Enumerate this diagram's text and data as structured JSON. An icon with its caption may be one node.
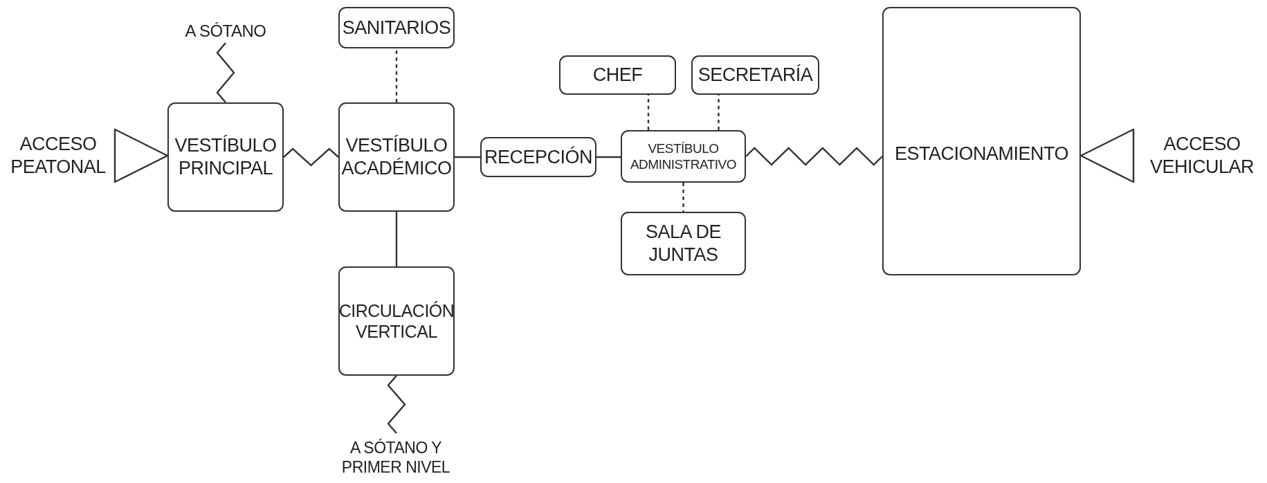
{
  "diagram": {
    "nodes": [
      {
        "text": [
          "ACCESO PEATONAL"
        ]
      },
      {
        "text": [
          "VESTÍBULO PRINCIPAL"
        ]
      },
      {
        "text": [
          "A SÓTANO"
        ]
      },
      {
        "text": [
          "SANITARIOS"
        ]
      },
      {
        "text": [
          "VESTÍBULO ACADÉMICO"
        ]
      },
      {
        "text": [
          "CIRCULACIÓN VERTICAL"
        ]
      },
      {
        "text": [
          "A SÓTANO Y PRIMER NIVEL"
        ]
      },
      {
        "text": [
          "RECEPCIÓN"
        ]
      },
      {
        "text": [
          "CHEF"
        ]
      },
      {
        "text": [
          "SECRETARÍA"
        ]
      },
      {
        "text": [
          "VESTÍBULO ADMINISTRATIVO"
        ]
      },
      {
        "text": [
          "SALA DE JUNTAS"
        ]
      },
      {
        "text": [
          "ESTACIONAMIENTO"
        ]
      },
      {
        "text": [
          "ACCESO VEHICULAR"
        ]
      }
    ],
    "edges": [
      {
        "from": 0,
        "to": 1,
        "arrow": "to"
      },
      {
        "from": 1,
        "to": 2,
        "arrow": "none"
      },
      {
        "from": 1,
        "to": 4,
        "arrow": "none"
      },
      {
        "from": 4,
        "to": 3,
        "arrow": "none",
        "style": "dashed"
      },
      {
        "from": 4,
        "to": 5,
        "arrow": "none"
      },
      {
        "from": 5,
        "to": 6,
        "arrow": "none"
      },
      {
        "from": 4,
        "to": 7,
        "arrow": "none"
      },
      {
        "from": 7,
        "to": 10,
        "arrow": "none"
      },
      {
        "from": 10,
        "to": 8,
        "arrow": "none",
        "style": "dashed"
      },
      {
        "from": 10,
        "to": 9,
        "arrow": "none",
        "style": "dashed"
      },
      {
        "from": 10,
        "to": 11,
        "arrow": "none",
        "style": "dashed"
      },
      {
        "from": 10,
        "to": 12,
        "arrow": "none"
      },
      {
        "from": 13,
        "to": 12,
        "arrow": "to"
      }
    ]
  }
}
